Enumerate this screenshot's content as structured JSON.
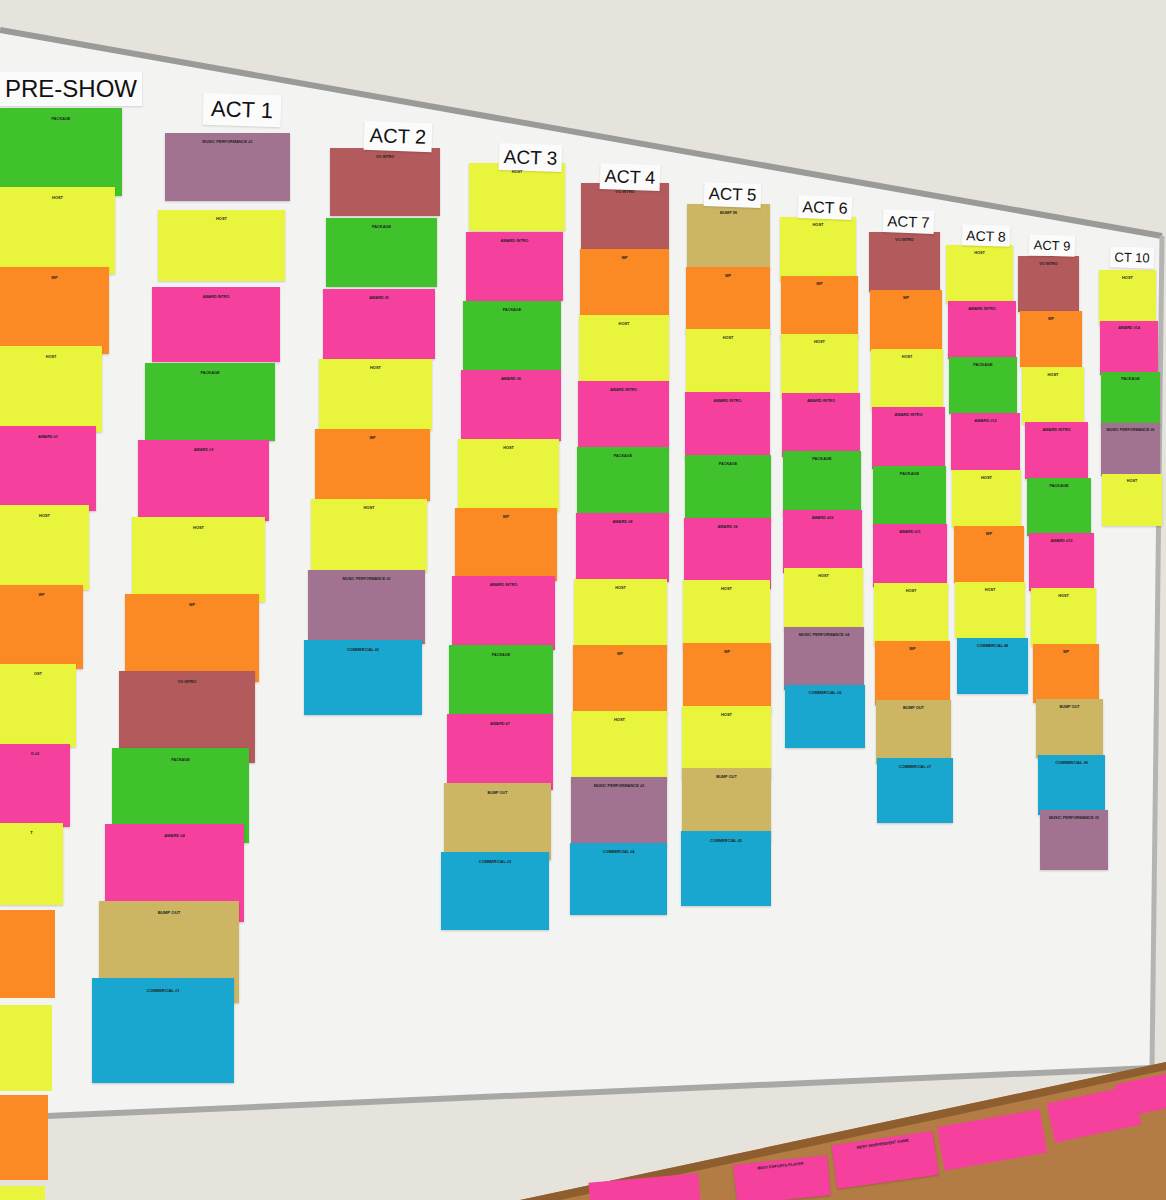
{
  "diagram": {
    "nodes": [
      {
        "text": [
          "PACKAGE"
        ]
      },
      {
        "text": [
          "HOST"
        ]
      },
      {
        "text": [
          "WP"
        ]
      },
      {
        "text": [
          "HOST"
        ]
      },
      {
        "text": [
          "AWARD #1"
        ]
      },
      {
        "text": [
          "HOST"
        ]
      },
      {
        "text": [
          "WP"
        ]
      },
      {
        "text": [
          "OST"
        ]
      },
      {
        "text": [
          "D #2"
        ]
      },
      {
        "text": [
          "T"
        ]
      },
      {
        "text": [
          "MUSIC PERFORMANCE #1"
        ]
      },
      {
        "text": [
          "HOST"
        ]
      },
      {
        "text": [
          "AWARD INTRO"
        ]
      },
      {
        "text": [
          "PACKAGE"
        ]
      },
      {
        "text": [
          "AWARD #3"
        ]
      },
      {
        "text": [
          "HOST"
        ]
      },
      {
        "text": [
          "WP"
        ]
      },
      {
        "text": [
          "VO INTRO"
        ]
      },
      {
        "text": [
          "PACKAGE"
        ]
      },
      {
        "text": [
          "AWARD #4"
        ]
      },
      {
        "text": [
          "BUMP OUT"
        ]
      },
      {
        "text": [
          "COMMERCIAL #1"
        ]
      },
      {
        "text": [
          "VO INTRO"
        ]
      },
      {
        "text": [
          "PACKAGE"
        ]
      },
      {
        "text": [
          "AWARD #5"
        ]
      },
      {
        "text": [
          "HOST"
        ]
      },
      {
        "text": [
          "WP"
        ]
      },
      {
        "text": [
          "HOST"
        ]
      },
      {
        "text": [
          "MUSIC PERFORMANCE #2"
        ]
      },
      {
        "text": [
          "COMMERCIAL #2"
        ]
      },
      {
        "text": [
          "HOST"
        ]
      },
      {
        "text": [
          "AWARD INTRO"
        ]
      },
      {
        "text": [
          "PACKAGE"
        ]
      },
      {
        "text": [
          "AWARD #6"
        ]
      },
      {
        "text": [
          "HOST"
        ]
      },
      {
        "text": [
          "WP"
        ]
      },
      {
        "text": [
          "AWARD INTRO"
        ]
      },
      {
        "text": [
          "PACKAGE"
        ]
      },
      {
        "text": [
          "AWARD #7"
        ]
      },
      {
        "text": [
          "BUMP OUT"
        ]
      },
      {
        "text": [
          "COMMERCIAL #3"
        ]
      },
      {
        "text": [
          "VO INTRO"
        ]
      },
      {
        "text": [
          "WP"
        ]
      },
      {
        "text": [
          "HOST"
        ]
      },
      {
        "text": [
          "AWARD INTRO"
        ]
      },
      {
        "text": [
          "PACKAGE"
        ]
      },
      {
        "text": [
          "AWARD #8"
        ]
      },
      {
        "text": [
          "HOST"
        ]
      },
      {
        "text": [
          "WP"
        ]
      },
      {
        "text": [
          "HOST"
        ]
      },
      {
        "text": [
          "MUSIC PERFORMANCE #3"
        ]
      },
      {
        "text": [
          "COMMERCIAL #4"
        ]
      },
      {
        "text": [
          "BUMP IN"
        ]
      },
      {
        "text": [
          "WP"
        ]
      },
      {
        "text": [
          "HOST"
        ]
      },
      {
        "text": [
          "AWARD INTRO"
        ]
      },
      {
        "text": [
          "PACKAGE"
        ]
      },
      {
        "text": [
          "AWARD #9"
        ]
      },
      {
        "text": [
          "HOST"
        ]
      },
      {
        "text": [
          "WP"
        ]
      },
      {
        "text": [
          "HOST"
        ]
      },
      {
        "text": [
          "BUMP OUT"
        ]
      },
      {
        "text": [
          "COMMERCIAL #5"
        ]
      },
      {
        "text": [
          "HOST"
        ]
      },
      {
        "text": [
          "WP"
        ]
      },
      {
        "text": [
          "HOST"
        ]
      },
      {
        "text": [
          "AWARD INTRO"
        ]
      },
      {
        "text": [
          "PACKAGE"
        ]
      },
      {
        "text": [
          "AWARD #10"
        ]
      },
      {
        "text": [
          "HOST"
        ]
      },
      {
        "text": [
          "MUSIC PERFORMANCE #4"
        ]
      },
      {
        "text": [
          "COMMERCIAL #6"
        ]
      },
      {
        "text": [
          "VO INTRO"
        ]
      },
      {
        "text": [
          "WP"
        ]
      },
      {
        "text": [
          "HOST"
        ]
      },
      {
        "text": [
          "AWARD INTRO"
        ]
      },
      {
        "text": [
          "PACKAGE"
        ]
      },
      {
        "text": [
          "AWARD #11"
        ]
      },
      {
        "text": [
          "HOST"
        ]
      },
      {
        "text": [
          "WP"
        ]
      },
      {
        "text": [
          "BUMP OUT"
        ]
      },
      {
        "text": [
          "COMMERCIAL #7"
        ]
      },
      {
        "text": [
          "HOST"
        ]
      },
      {
        "text": [
          "AWARD INTRO"
        ]
      },
      {
        "text": [
          "PACKAGE"
        ]
      },
      {
        "text": [
          "AWARD #12"
        ]
      },
      {
        "text": [
          "HOST"
        ]
      },
      {
        "text": [
          "WP"
        ]
      },
      {
        "text": [
          "HOST"
        ]
      },
      {
        "text": [
          "COMMERCIAL #8"
        ]
      },
      {
        "text": [
          "VO INTRO"
        ]
      },
      {
        "text": [
          "WP"
        ]
      },
      {
        "text": [
          "HOST"
        ]
      },
      {
        "text": [
          "AWARD INTRO"
        ]
      },
      {
        "text": [
          "PACKAGE"
        ]
      },
      {
        "text": [
          "AWARD #13"
        ]
      },
      {
        "text": [
          "HOST"
        ]
      },
      {
        "text": [
          "WP"
        ]
      },
      {
        "text": [
          "BUMP OUT"
        ]
      },
      {
        "text": [
          "COMMERCIAL #9"
        ]
      },
      {
        "text": [
          "MUSIC PERFORMANCE #5"
        ]
      },
      {
        "text": [
          "HOST"
        ]
      },
      {
        "text": [
          "AWARD #14"
        ]
      },
      {
        "text": [
          "PACKAGE"
        ]
      },
      {
        "text": [
          "MUSIC PERFORMANCE #6"
        ]
      },
      {
        "text": [
          "HOST"
        ]
      },
      {
        "text": [
          "BEST ESPORTS PLAYER"
        ]
      },
      {
        "text": [
          "BEST INDEPENDENT GAME"
        ]
      }
    ],
    "labels": [
      "PRE-SHOW",
      "ACT 1",
      "ACT 2",
      "ACT 3",
      "ACT 4",
      "ACT 5",
      "ACT 6",
      "ACT 7",
      "ACT 8",
      "ACT 9",
      "CT 10"
    ]
  }
}
